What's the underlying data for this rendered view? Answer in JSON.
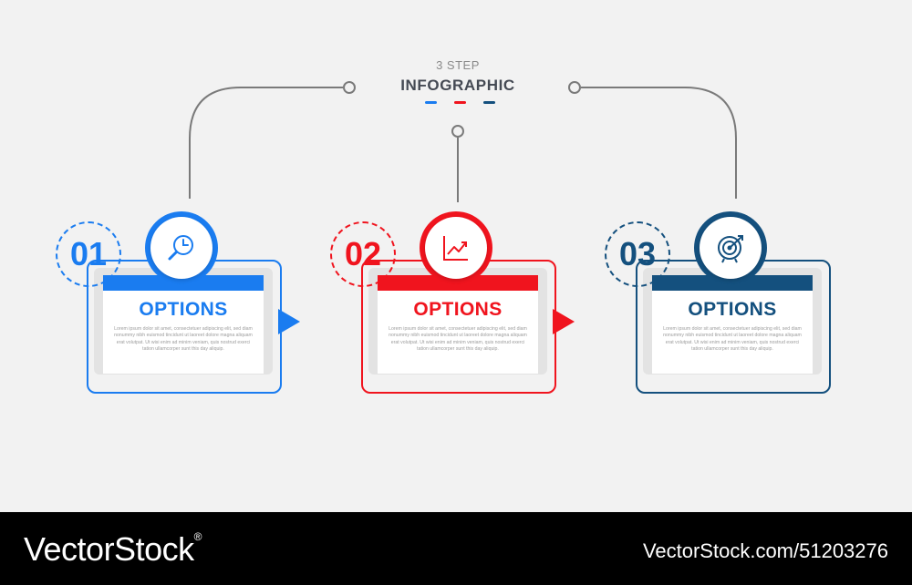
{
  "header": {
    "subtitle": "3 STEP",
    "title": "INFOGRAPHIC",
    "dash_colors": [
      "#1a7cf0",
      "#f0141e",
      "#14507e"
    ]
  },
  "steps": [
    {
      "number": "01",
      "title": "OPTIONS",
      "body": "Lorem ipsum dolor sit amet, consectetuer adipiscing elit, sed diam nonummy nibh euismod tincidunt ut laoreet dolore magna aliquam erat volutpat. Ut wisi enim ad minim veniam, quis nostrud exerci tation ullamcorper sunt this day aliquip.",
      "icon": "magnifier-clock-icon",
      "color": "#1a7cf0"
    },
    {
      "number": "02",
      "title": "OPTIONS",
      "body": "Lorem ipsum dolor sit amet, consectetuer adipiscing elit, sed diam nonummy nibh euismod tincidunt ut laoreet dolore magna aliquam erat volutpat. Ut wisi enim ad minim veniam, quis nostrud exerci tation ullamcorper sunt this day aliquip.",
      "icon": "growth-chart-icon",
      "color": "#f0141e"
    },
    {
      "number": "03",
      "title": "OPTIONS",
      "body": "Lorem ipsum dolor sit amet, consectetuer adipiscing elit, sed diam nonummy nibh euismod tincidunt ut laoreet dolore magna aliquam erat volutpat. Ut wisi enim ad minim veniam, quis nostrud exerci tation ullamcorper sunt this day aliquip.",
      "icon": "target-icon",
      "color": "#14507e"
    }
  ],
  "footer": {
    "brand": "VectorStock",
    "brand_mark": "®",
    "stock_id": "VectorStock.com/51203276"
  }
}
